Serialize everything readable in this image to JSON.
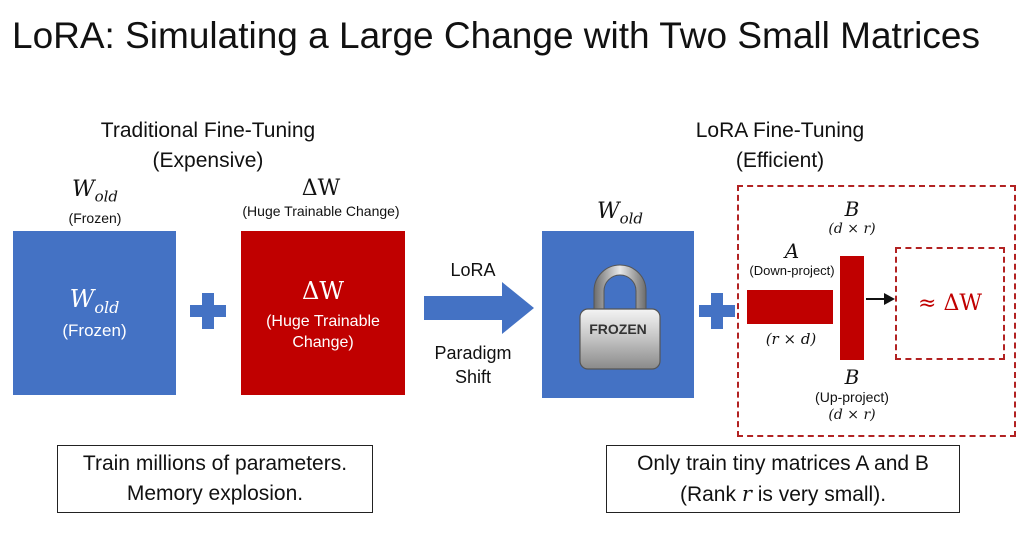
{
  "title": "LoRA: Simulating a Large Change with Two Small Matrices",
  "traditional": {
    "heading_line1": "Traditional Fine-Tuning",
    "heading_line2": "(Expensive)",
    "w_old_symbol": "W",
    "w_old_sub": "old",
    "w_old_label": "(Frozen)",
    "w_old_box_symbol": "W",
    "w_old_box_sub": "old",
    "w_old_box_label": "(Frozen)",
    "delta_symbol": "ΔW",
    "delta_label": "(Huge Trainable Change)",
    "delta_box_symbol": "ΔW",
    "delta_box_line1": "(Huge Trainable",
    "delta_box_line2": "Change)",
    "note_line1": "Train millions of parameters.",
    "note_line2": "Memory explosion."
  },
  "shift": {
    "label_top": "LoRA",
    "label_bottom_line1": "Paradigm",
    "label_bottom_line2": "Shift"
  },
  "lora": {
    "heading_line1": "LoRA Fine-Tuning",
    "heading_line2": "(Efficient)",
    "w_old_symbol": "W",
    "w_old_sub": "old",
    "lock_label": "FROZEN",
    "a_symbol": "A",
    "a_label": "(Down-project)",
    "a_dims": "(r × d)",
    "b_top_symbol": "B",
    "b_top_dims": "(d × r)",
    "b_bottom_symbol": "B",
    "b_bottom_label": "(Up-project)",
    "b_bottom_dims": "(d × r)",
    "approx_label": "≈ ΔW",
    "note_line1_prefix": "Only train tiny matrices A and B",
    "note_line2_prefix": "(Rank ",
    "note_line2_var": "r",
    "note_line2_suffix": " is very small)."
  },
  "colors": {
    "blue": "#4472c4",
    "red": "#c00000",
    "dashed_border": "#b22222"
  }
}
